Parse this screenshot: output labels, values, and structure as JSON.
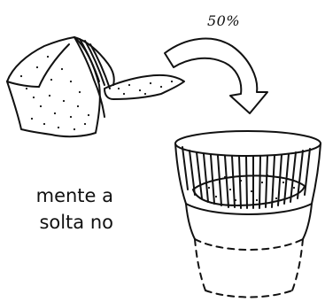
{
  "illustration": {
    "percent_label": "50%",
    "stroke_color": "#111111",
    "background": "#ffffff"
  },
  "caption": {
    "line1": "mente a",
    "line2": "solta no"
  },
  "icons": [
    "curved-arrow-icon",
    "sand-heap-icon",
    "cup-icon"
  ]
}
